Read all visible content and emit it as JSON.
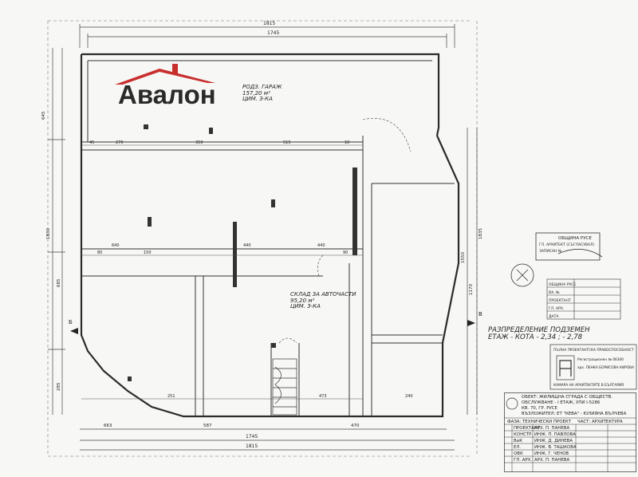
{
  "logo": {
    "text": "Авалон",
    "roof_color": "#c8302e",
    "text_color": "#2a2a2a"
  },
  "rooms": {
    "garage": {
      "name": "РОДЗ. ГАРАЖ",
      "area": "157,20 м²",
      "floor": "ЦИМ. З-КА"
    },
    "storage": {
      "name": "СКЛАД ЗА АВТОЧАСТИ",
      "area": "95,20 м²",
      "floor": "ЦИМ. З-КА"
    }
  },
  "plan_title": {
    "line1": "РАЗПРЕДЕЛЕНИЕ ПОДЗЕМЕН",
    "line2": "ЕТАЖ - КОТА - 2,34 ; - 2,78"
  },
  "top_dims": [
    "1815",
    "1745"
  ],
  "bottom_dims": [
    "1745",
    "1815"
  ],
  "left_dims": [
    "645",
    "1830",
    "685",
    "285"
  ],
  "right_dims": [
    "1835",
    "1170",
    "1550"
  ],
  "inner_dims_row1": [
    "45",
    "270",
    "350",
    "515",
    "10"
  ],
  "inner_dims_row2": [
    "80",
    "640",
    "150",
    "440",
    "440",
    "90"
  ],
  "inner_dims_row3": [
    "251",
    "473",
    "240"
  ],
  "inner_dims_bottom": [
    "663",
    "587",
    "470"
  ],
  "labels": [
    "Б",
    "В"
  ],
  "stamp": {
    "org": "ОБЩИНА РУСЕ",
    "dept": "ГЛ. АРХИТЕКТ (СЪГЛАСУВАЛ)",
    "num": "ЗАПИСАН №"
  },
  "approval_box": {
    "rows": [
      "ОБЩИНА РУСЕ",
      "ВХ. №",
      "ПРОЕКТАНТ",
      "ГЛ. АРХ.",
      "ДАТА"
    ]
  },
  "title_block": {
    "chamber": "ПЪЛНА ПРОЕКТАНТСКА ПРАВОСПОСОБНОСТ",
    "reg": "Регистрационен № 06300",
    "architect": "арх. ПЕНКА БОРИСОВА КИРОВА",
    "chamber2": "КАМАРА НА АРХИТЕКТИТЕ В БЪЛГАРИЯ",
    "object_line1": "ОБЕКТ: ЖИЛИЩНА СГРАДА С ОБЩЕСТВ.",
    "object_line2": "ОБСЛУЖВАНЕ - І ЕТАЖ, УПИ І-5286",
    "object_line3": "КВ. 70, ГР. РУСЕ",
    "object_line4": "ВЪЗЛОЖИТЕЛ: ЕТ \"КЕВА\" - ЮЛИЯНА ВЪЛЧЕВА",
    "phase": "ФАЗА: ТЕХНИЧЕСКИ ПРОЕКТ",
    "part": "ЧАСТ: АРХИТЕКТУРА",
    "rows": [
      {
        "role": "ПРОЕКТАНТ",
        "name": "АРХ. П. ПАНЕВА"
      },
      {
        "role": "КОНСТР.",
        "name": "ИНЖ. П. ПАВЛОВА"
      },
      {
        "role": "ВиК",
        "name": "ИНЖ. Д. ДИНЕВА"
      },
      {
        "role": "ЕЛ.",
        "name": "ИНЖ. В. ТАШКОВА"
      },
      {
        "role": "ОВК",
        "name": "ИНЖ. Г. ЧЕНОВ"
      },
      {
        "role": "ГЛ. АРХ.",
        "name": "АРХ. П. ПАНЕВА"
      }
    ]
  },
  "colors": {
    "line": "#2b2b2b",
    "paper": "#f7f7f5",
    "dim_line": "#555555"
  }
}
